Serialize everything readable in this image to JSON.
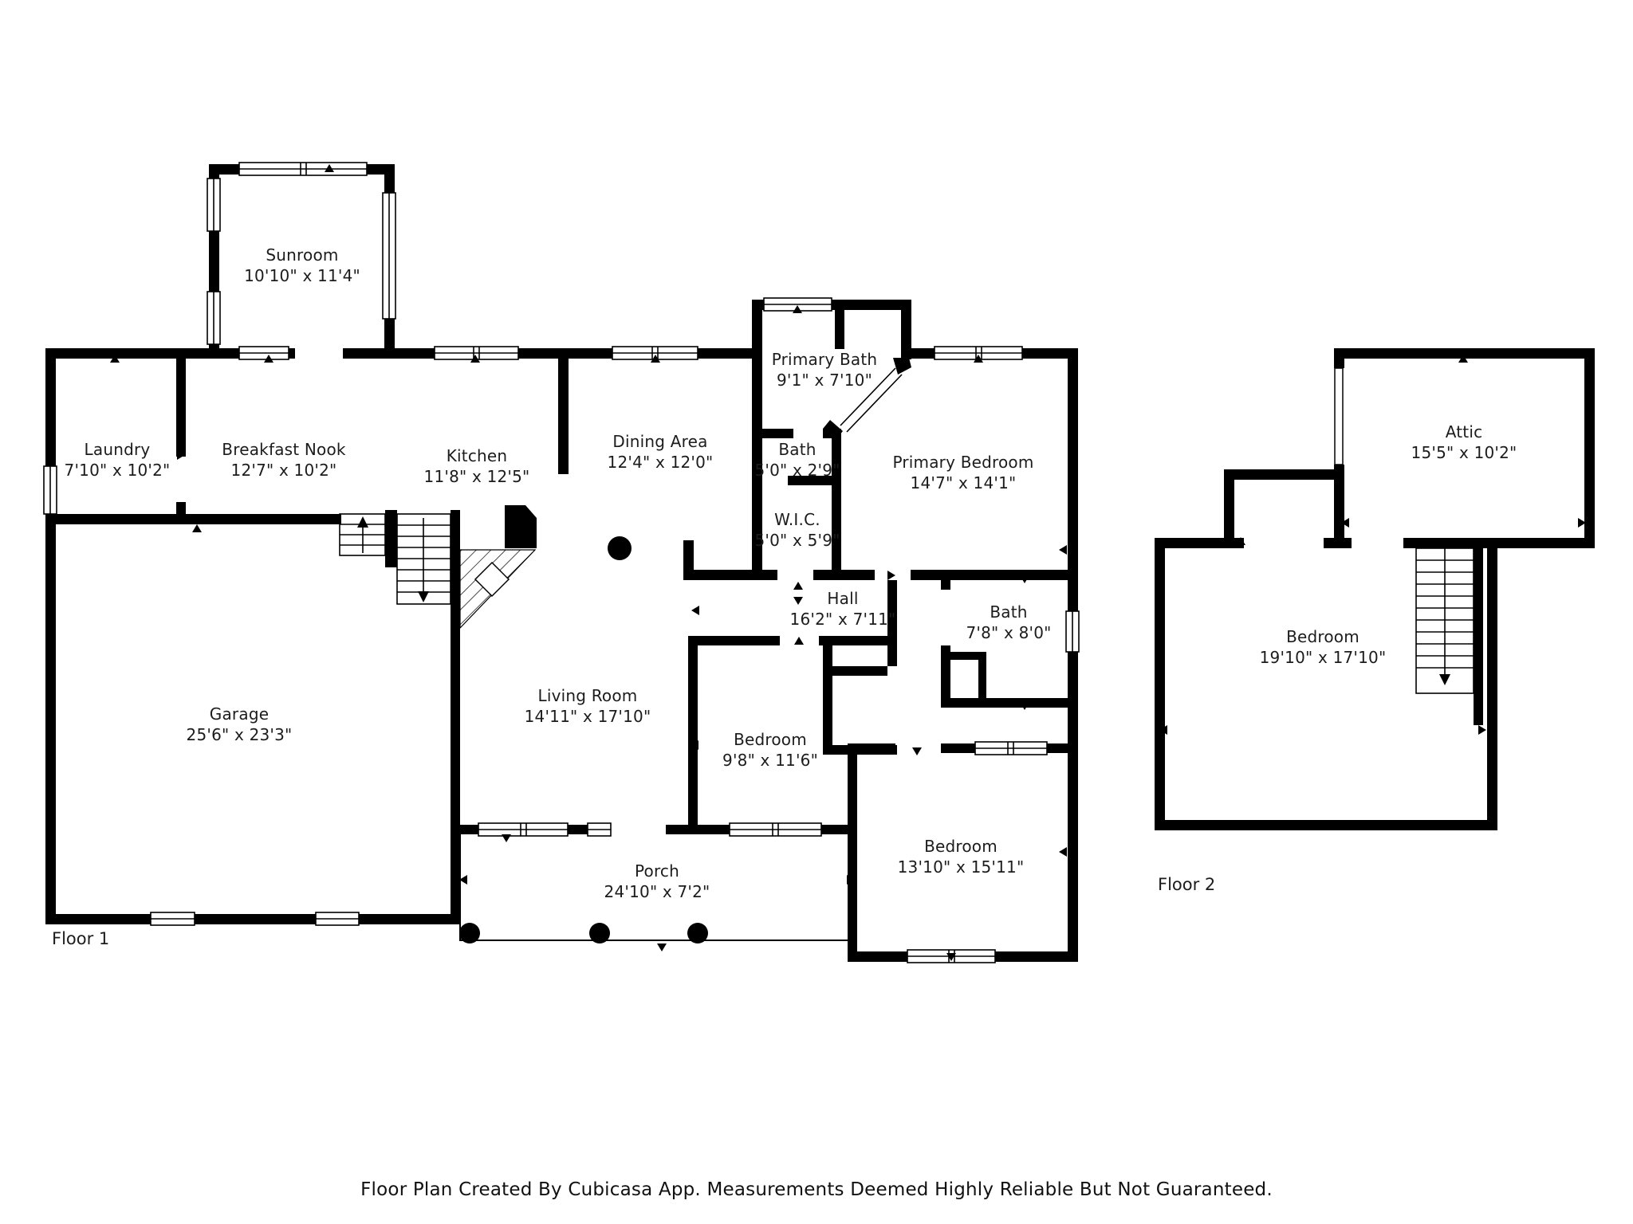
{
  "document": {
    "type": "floor-plan",
    "source_app_note": "Floor Plan Created By Cubicasa App. Measurements Deemed Highly Reliable But Not Guaranteed."
  },
  "colors": {
    "wall": "#000000",
    "background": "#ffffff",
    "text": "#1c1c1c"
  },
  "floor1": {
    "label": "Floor 1",
    "rooms": [
      {
        "name": "Sunroom",
        "dims": "10'10\" x 11'4\""
      },
      {
        "name": "Laundry",
        "dims": "7'10\" x 10'2\""
      },
      {
        "name": "Breakfast Nook",
        "dims": "12'7\" x 10'2\""
      },
      {
        "name": "Kitchen",
        "dims": "11'8\" x 12'5\""
      },
      {
        "name": "Dining Area",
        "dims": "12'4\" x 12'0\""
      },
      {
        "name": "Primary Bath",
        "dims": "9'1\" x 7'10\""
      },
      {
        "name": "Bath",
        "dims": "5'0\" x 2'9\""
      },
      {
        "name": "W.I.C.",
        "dims": "5'0\" x 5'9\""
      },
      {
        "name": "Primary Bedroom",
        "dims": "14'7\" x 14'1\""
      },
      {
        "name": "Hall",
        "dims": "16'2\" x 7'11\""
      },
      {
        "name": "Bath",
        "dims": "7'8\" x 8'0\""
      },
      {
        "name": "Living Room",
        "dims": "14'11\" x 17'10\""
      },
      {
        "name": "Bedroom",
        "dims": "9'8\" x 11'6\""
      },
      {
        "name": "Garage",
        "dims": "25'6\" x 23'3\""
      },
      {
        "name": "Bedroom",
        "dims": "13'10\" x 15'11\""
      },
      {
        "name": "Porch",
        "dims": "24'10\" x 7'2\""
      }
    ]
  },
  "floor2": {
    "label": "Floor 2",
    "rooms": [
      {
        "name": "Attic",
        "dims": "15'5\" x 10'2\""
      },
      {
        "name": "Bedroom",
        "dims": "19'10\" x 17'10\""
      }
    ]
  },
  "footer": {
    "disclaimer": "Floor Plan Created By Cubicasa App. Measurements Deemed Highly Reliable But Not Guaranteed."
  }
}
